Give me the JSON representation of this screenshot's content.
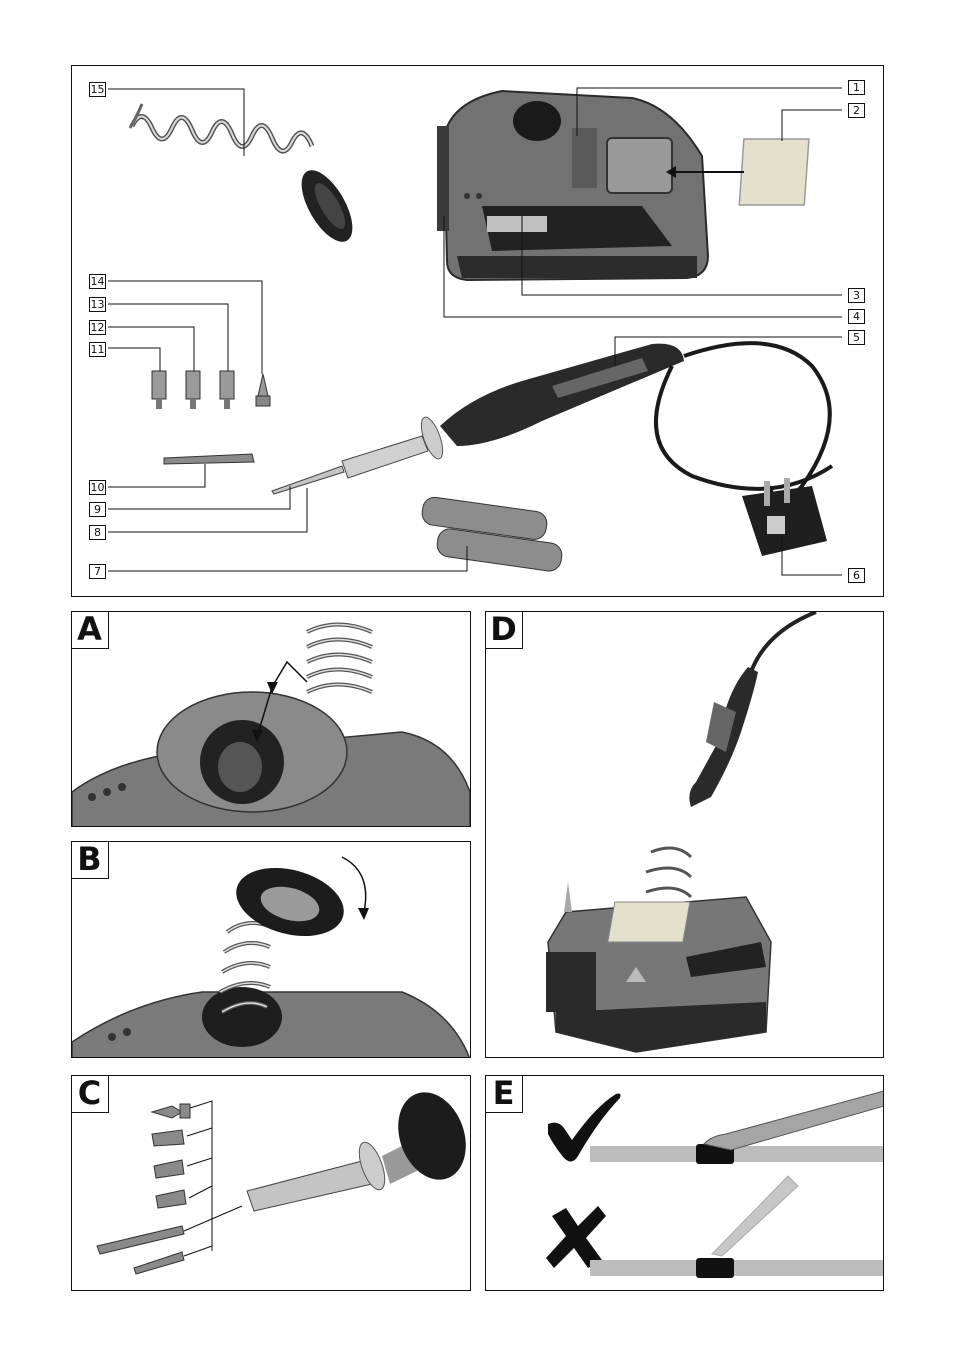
{
  "overview": {
    "callouts": [
      "1",
      "2",
      "3",
      "4",
      "5",
      "6",
      "7",
      "8",
      "9",
      "10",
      "11",
      "12",
      "13",
      "14",
      "15"
    ]
  },
  "steps": {
    "a": "A",
    "b": "B",
    "c": "C",
    "d": "D",
    "e": "E"
  },
  "icons": {
    "correct": "check-mark-icon",
    "incorrect": "cross-mark-icon"
  },
  "colors": {
    "housing": "#6f6f6f",
    "housing_dark": "#3a3a3a",
    "rubber": "#1c1c1c",
    "metal": "#b8b8b8",
    "sponge": "#e6e2cf",
    "wire": "#bdbdbd",
    "solder": "#111111"
  }
}
